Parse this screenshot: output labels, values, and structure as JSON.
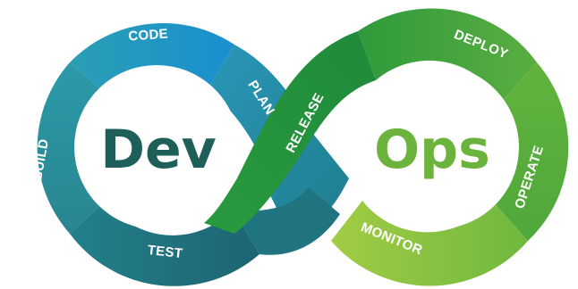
{
  "diagram": {
    "left_center": {
      "text": "Dev",
      "color": "#1e5f5a"
    },
    "right_center": {
      "text": "Ops",
      "color": "#6bb33c"
    },
    "stages": [
      {
        "id": "code",
        "label": "CODE",
        "color": "#1e96c8"
      },
      {
        "id": "plan",
        "label": "PLAN",
        "color": "#2d9bb0"
      },
      {
        "id": "release",
        "label": "RELEASE",
        "color": "#2e9a3a"
      },
      {
        "id": "deploy",
        "label": "DEPLOY",
        "color": "#48a83c"
      },
      {
        "id": "operate",
        "label": "OPERATE",
        "color": "#5fb03c"
      },
      {
        "id": "monitor",
        "label": "MONITOR",
        "color": "#8cc43e"
      },
      {
        "id": "test",
        "label": "TEST",
        "color": "#1f6e78"
      },
      {
        "id": "build",
        "label": "BUILD",
        "color": "#2a8c96"
      }
    ]
  }
}
